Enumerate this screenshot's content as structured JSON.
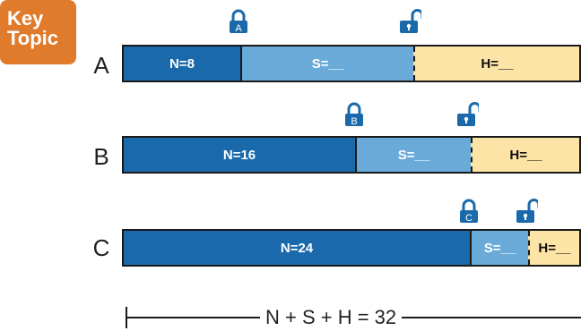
{
  "badge": {
    "line1": "Key",
    "line2": "Topic"
  },
  "rows": [
    {
      "label": "A",
      "lock_letter": "A",
      "n": "N=8",
      "s": "S=__",
      "h": "H=__"
    },
    {
      "label": "B",
      "lock_letter": "B",
      "n": "N=16",
      "s": "S=__",
      "h": "H=__"
    },
    {
      "label": "C",
      "lock_letter": "C",
      "n": "N=24",
      "s": "S=__",
      "h": "H=__"
    }
  ],
  "formula": "N + S + H = 32",
  "colors": {
    "network": "#1a6aab",
    "subnet": "#6aaad8",
    "host": "#fce4a6",
    "badge": "#e07b2c",
    "lock": "#1a6aab"
  }
}
